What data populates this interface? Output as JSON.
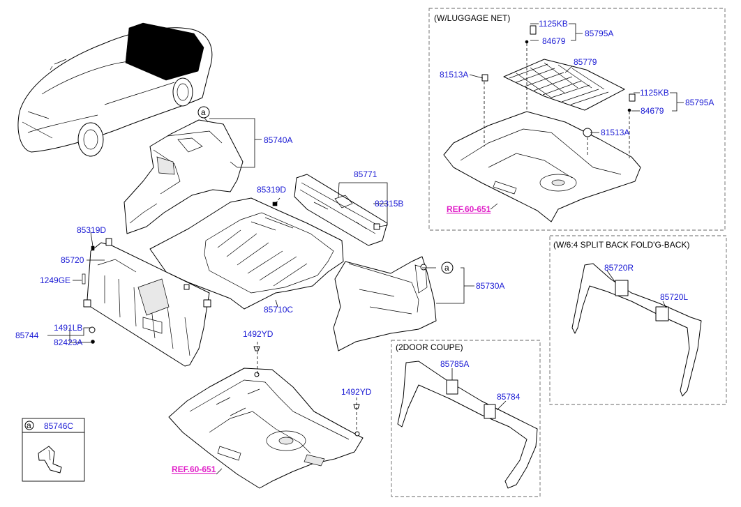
{
  "sections": {
    "luggage_net": "(W/LUGGAGE NET)",
    "split_back": "(W/6:4 SPLIT BACK FOLD'G-BACK)",
    "door_coupe": "(2DOOR COUPE)"
  },
  "references": {
    "main": "REF.60-651",
    "luggage_net": "REF.60-651"
  },
  "callout": {
    "letter": "a"
  },
  "legend": {
    "letter": "a",
    "part": "85746C"
  },
  "labels": {
    "p85740A": "85740A",
    "p85771": "85771",
    "p85319D_top": "85319D",
    "p82315B": "82315B",
    "p85319D_left": "85319D",
    "p85720": "85720",
    "p1249GE": "1249GE",
    "p85710C": "85710C",
    "p85730A": "85730A",
    "p85744": "85744",
    "p1491LB": "1491LB",
    "p82423A": "82423A",
    "p1492YD_a": "1492YD",
    "p1492YD_b": "1492YD",
    "ln_1125KB_a": "1125KB",
    "ln_85795A_a": "85795A",
    "ln_84679_a": "84679",
    "ln_81513A_a": "81513A",
    "ln_85779": "85779",
    "ln_1125KB_b": "1125KB",
    "ln_85795A_b": "85795A",
    "ln_84679_b": "84679",
    "ln_81513A_b": "81513A",
    "sb_85720R": "85720R",
    "sb_85720L": "85720L",
    "dc_85785A": "85785A",
    "dc_85784": "85784"
  },
  "colors": {
    "label": "#1a1ad4",
    "reference": "#e020c8",
    "line": "#000000"
  }
}
